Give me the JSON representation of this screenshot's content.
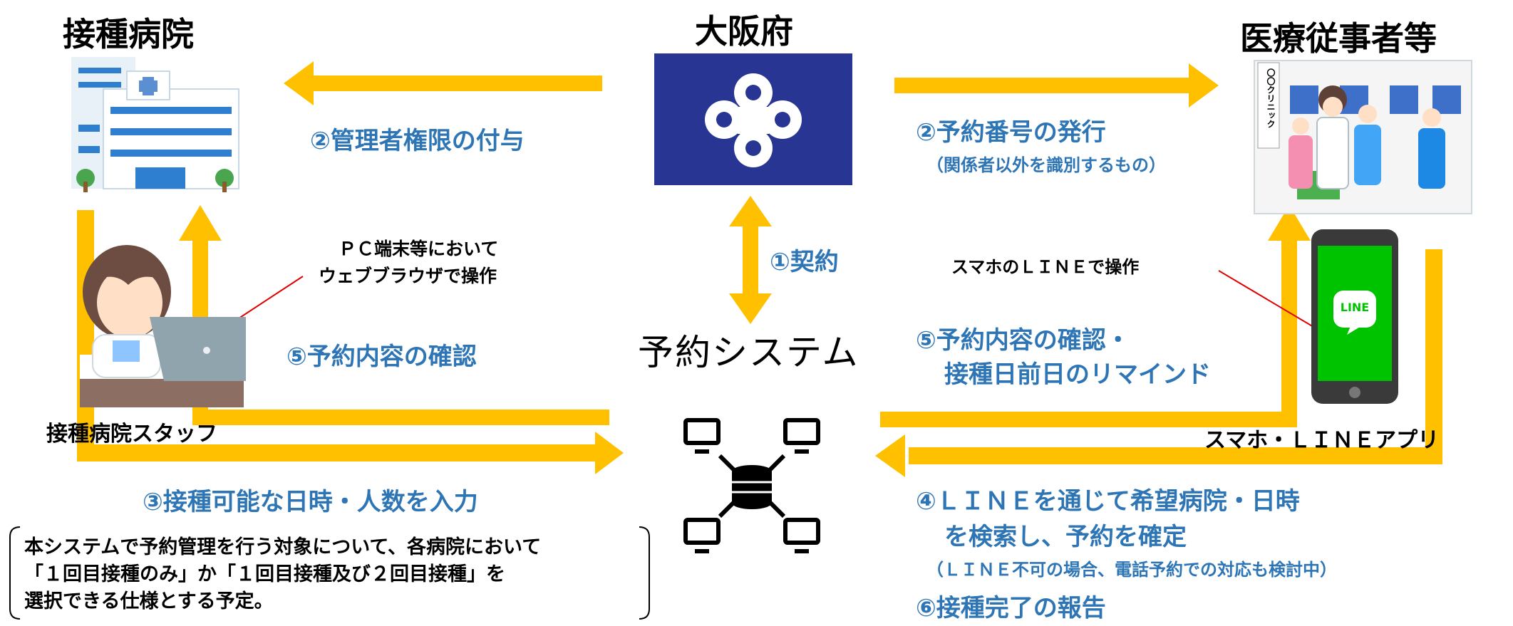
{
  "titles": {
    "hospital": "接種病院",
    "prefecture": "大阪府",
    "medical_staff": "医療従事者等",
    "system": "予約システム"
  },
  "labels": {
    "admin_rights": "②管理者権限の付与",
    "reservation_number": "②予約番号の発行",
    "reservation_number_note": "（関係者以外を識別するもの）",
    "contract": "①契約",
    "pc_note_line1": "ＰＣ端末等において",
    "pc_note_line2": "ウェブブラウザで操作",
    "confirm_reservation_hospital": "⑤予約内容の確認",
    "smartphone_line_note": "スマホのＬＩＮＥで操作",
    "confirm_reminder_line1": "⑤予約内容の確認・",
    "confirm_reminder_line2": "接種日前日のリマインド",
    "hospital_staff": "接種病院スタッフ",
    "smartphone_app": "スマホ・ＬＩＮＥアプリ",
    "input_schedule": "③接種可能な日時・人数を入力",
    "search_line1": "④ＬＩＮＥを通じて希望病院・日時",
    "search_line2": "を検索し、予約を確定",
    "search_note": "（ＬＩＮＥ不可の場合、電話予約での対応も検討中）",
    "report_completion": "⑥接種完了の報告"
  },
  "note_box": {
    "line1": "本システムで予約管理を行う対象について、各病院において",
    "line2": "「１回目接種のみ」か「１回目接種及び２回目接種」を",
    "line3": "選択できる仕様とする予定。"
  },
  "line_app": {
    "logo_text": "LINE"
  },
  "clinic_sign": "〇〇クリニック",
  "colors": {
    "arrow": "#ffc000",
    "accent_blue": "#2e75b6",
    "prefecture_bg": "#283593",
    "line_green": "#00c300"
  },
  "icons": [
    "hospital-building-icon",
    "osaka-prefecture-emblem-icon",
    "clinic-staff-icon",
    "nurse-at-laptop-icon",
    "smartphone-line-icon",
    "network-database-icon"
  ]
}
